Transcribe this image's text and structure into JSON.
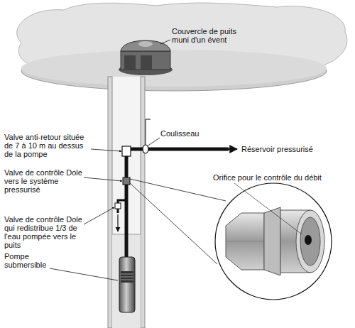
{
  "diagram": {
    "labels": [
      "Couvercle de puits muni d'un évent",
      "Coulisseau",
      "Réservoir pressurisé",
      "Valve anti-retour située de 7 à 10 m au dessus de la pompe",
      "Valve de contrôle Dole vers le système pressurisé",
      "Orifice pour le contrôle du débit",
      "Valve de contrôle Dole qui redistribue 1/3 de l'eau pompée vers le puits",
      "Pompe submersible"
    ]
  }
}
